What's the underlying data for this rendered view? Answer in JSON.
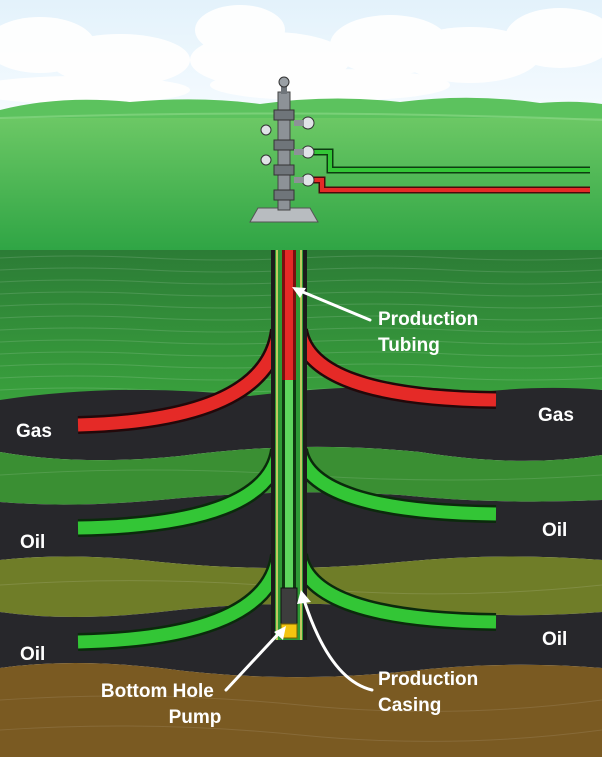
{
  "labels": {
    "gas_left": "Gas",
    "gas_right": "Gas",
    "oil_left_1": "Oil",
    "oil_right_1": "Oil",
    "oil_left_2": "Oil",
    "oil_right_2": "Oil",
    "production_tubing_line1": "Production",
    "production_tubing_line2": "Tubing",
    "production_casing_line1": "Production",
    "production_casing_line2": "Casing",
    "bottom_hole_pump_line1": "Bottom Hole",
    "bottom_hole_pump_line2": "Pump"
  },
  "colors": {
    "sky": "#f4fbff",
    "cloud": "#e9f4fb",
    "surface_green": "#3fae4b",
    "far_hills": "#58bd5a",
    "strata_green_top": "#2f8f3b",
    "strata_green_mid": "#3a8f33",
    "strata_olive": "#6f7d28",
    "strata_brown": "#7a5a22",
    "dark_band": "#27272b",
    "gas_pipe": "#e52a27",
    "oil_pipe": "#33c636",
    "pump": "#f4c40f"
  }
}
